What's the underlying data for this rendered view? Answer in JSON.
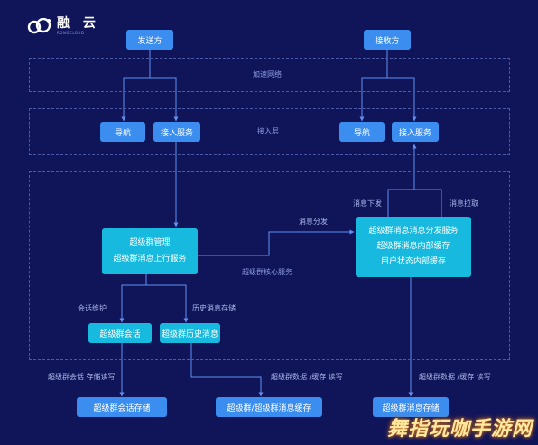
{
  "brand": {
    "name": "融 云",
    "subtitle": "RONGCLOUD"
  },
  "nodes": {
    "sender": "发送方",
    "receiver": "接收方",
    "nav_left": "导航",
    "access_left": "接入服务",
    "nav_right": "导航",
    "access_right": "接入服务",
    "group_manage": [
      "超级群管理",
      "超级群消息上行服务"
    ],
    "group_dispatch": [
      "超级群消息消息分发服务",
      "超级群消息内部缓存",
      "用户状态内部缓存"
    ],
    "group_session": "超级群会话",
    "group_history": "超级群历史消息",
    "session_store": "超级群会话存储",
    "message_store": "超级群/超级群消息缓存",
    "group_message_store": "超级群消息存储"
  },
  "zones": {
    "network": "加速网络",
    "access_layer": "接入层",
    "core": "超级群核心服务"
  },
  "edge_labels": {
    "dispatch": "消息分发",
    "down": "消息下发",
    "pull": "消息拉取",
    "session_maintain": "会话维护",
    "history_store": "历史消息存储",
    "session_rw": "超级群会话 存储读写",
    "data_cache_rw_1": "超级群数据 /缓存 读写",
    "data_cache_rw_2": "超级群数据 /缓存 读写"
  },
  "watermark": "舞指玩咖手游网",
  "colors": {
    "background": "#10155a",
    "box_blue": "#3b8ef0",
    "box_cyan": "#17b9de",
    "line": "#5f8ff0",
    "zone_border": "#4a58a8"
  }
}
